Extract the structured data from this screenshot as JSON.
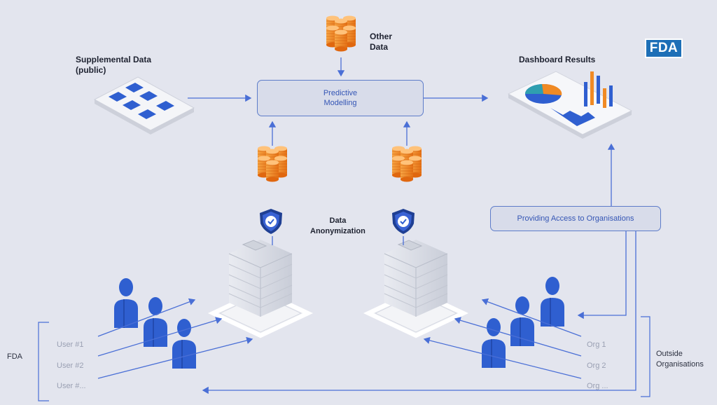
{
  "labels": {
    "supplemental_data": "Supplemental Data",
    "supplemental_data_sub": "(public)",
    "other_data_line1": "Other",
    "other_data_line2": "Data",
    "dashboard_results": "Dashboard Results",
    "data_anonymization_line1": "Data",
    "data_anonymization_line2": "Anonymization",
    "fda_group": "FDA",
    "outside_orgs_line1": "Outside",
    "outside_orgs_line2": "Organisations"
  },
  "boxes": {
    "predictive_line1": "Predictive",
    "predictive_line2": "Modelling",
    "providing_access": "Providing Access to Organisations"
  },
  "logo": "FDA",
  "users": [
    "User #1",
    "User #2",
    "User #..."
  ],
  "orgs": [
    "Org 1",
    "Org 2",
    "Org ..."
  ],
  "colors": {
    "background": "#e3e5ee",
    "accent_blue": "#3a63d4",
    "coin_orange": "#f08a24",
    "line_blue": "#4a6fd6"
  }
}
